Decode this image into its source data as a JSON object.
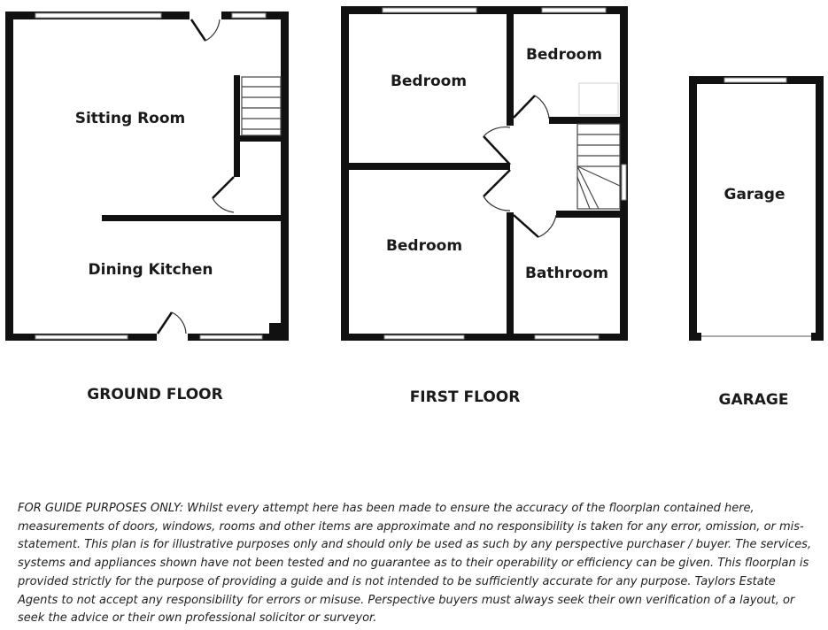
{
  "rooms": {
    "sitting_room": "Sitting Room",
    "dining_kitchen": "Dining Kitchen",
    "bedroom_1": "Bedroom",
    "bedroom_2": "Bedroom",
    "bedroom_3": "Bedroom",
    "bathroom": "Bathroom",
    "garage": "Garage"
  },
  "floors": {
    "ground": "GROUND FLOOR",
    "first": "FIRST FLOOR",
    "garage": "GARAGE"
  },
  "disclaimer": "FOR GUIDE PURPOSES ONLY: Whilst every attempt here has been made to ensure the accuracy of the floorplan contained here, measurements of doors, windows, rooms and other items are approximate and no responsibility is taken for any error, omission, or mis-statement. This plan is for illustrative purposes only and should only be used as such by any perspective purchaser / buyer. The services, systems and appliances shown have not been tested and no guarantee as to their operability or efficiency can be given. This floorplan is provided strictly for the purpose of providing a guide and is not intended to be sufficiently accurate for any purpose. Taylors Estate Agents to not accept any responsibility for errors or misuse. Perspective buyers must always seek their own verification of a layout, or seek the advice or their own professional solicitor or surveyor.",
  "colors": {
    "wall": "#111111",
    "window": "#ffffff",
    "text": "#1a1a1a"
  }
}
